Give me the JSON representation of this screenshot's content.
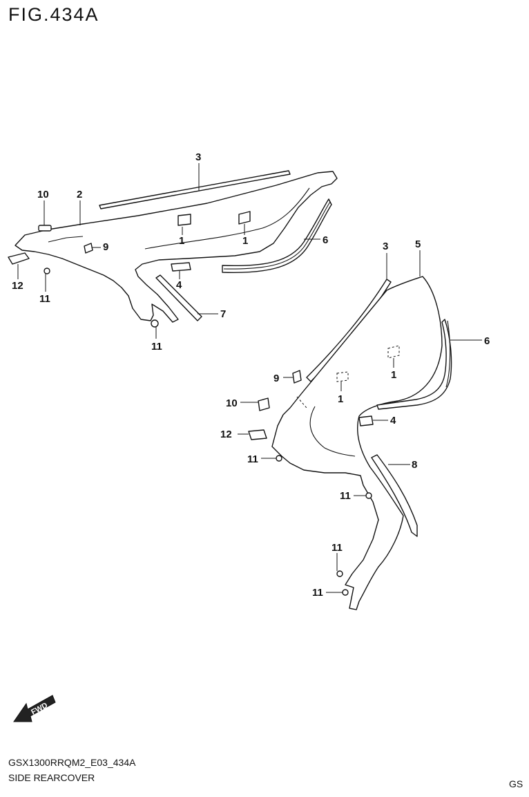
{
  "figure": {
    "title": "FIG.434A",
    "code": "GSX1300RRQM2_E03_434A",
    "description": "SIDE REARCOVER",
    "region": "GS"
  },
  "fwd_arrow": {
    "label": "FWD"
  },
  "callouts": {
    "upper": {
      "c3": "3",
      "c10": "10",
      "c2": "2",
      "c1a": "1",
      "c1b": "1",
      "c6": "6",
      "c9": "9",
      "c12": "12",
      "c11a": "11",
      "c4": "4",
      "c7": "7",
      "c11b": "11"
    },
    "lower": {
      "c3": "3",
      "c5": "5",
      "c6": "6",
      "c1a": "1",
      "c9": "9",
      "c1b": "1",
      "c10": "10",
      "c4": "4",
      "c12": "12",
      "c11a": "11",
      "c8": "8",
      "c11b": "11",
      "c11c": "11",
      "c11d": "11"
    }
  }
}
